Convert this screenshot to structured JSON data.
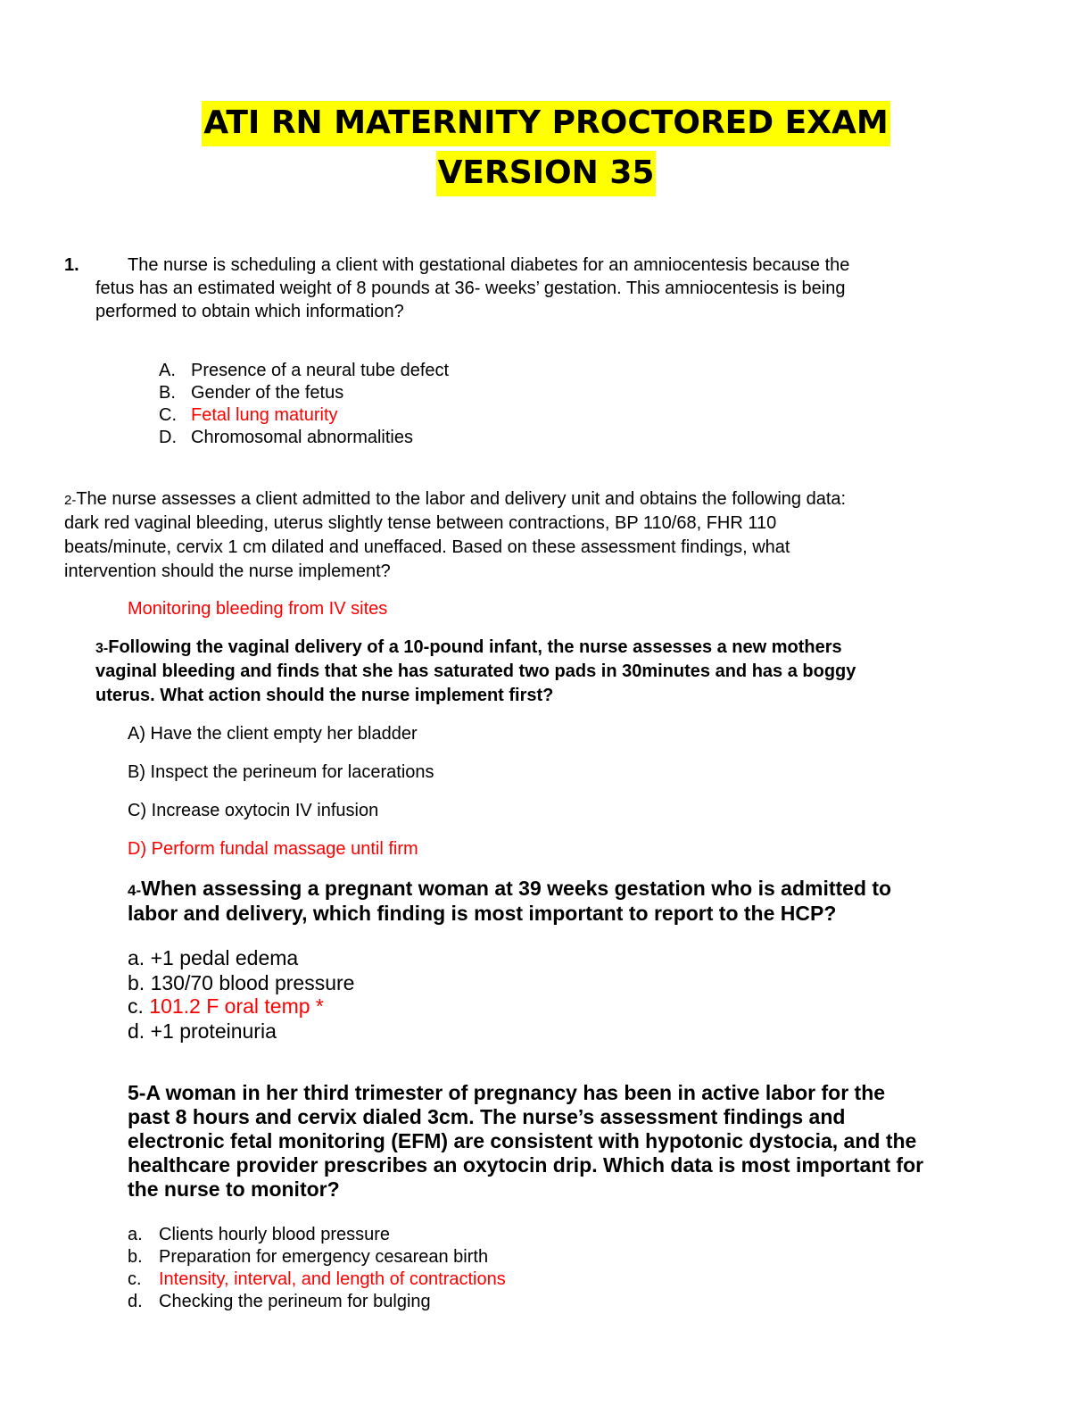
{
  "title": {
    "line1": "ATI RN MATERNITY PROCTORED EXAM",
    "line2": "VERSION 35"
  },
  "q1": {
    "number": "1.",
    "lines": [
      "The nurse is scheduling a client with gestational diabetes for an amniocentesis because the",
      "fetus has an estimated weight of 8 pounds at 36- weeks’ gestation. This amniocentesis is being",
      "performed to obtain which information?"
    ],
    "options": [
      {
        "letter": "A.",
        "text": "Presence of a neural tube defect"
      },
      {
        "letter": "B.",
        "text": "Gender of the fetus"
      },
      {
        "letter": "C.",
        "text": "Fetal lung maturity"
      },
      {
        "letter": "D.",
        "text": "Chromosomal  abnormalities"
      }
    ]
  },
  "q2": {
    "number": "2-",
    "lines": [
      "The nurse assesses a client admitted to the labor and delivery unit and obtains the following data:",
      "dark red vaginal bleeding, uterus slightly tense between contractions, BP 110/68, FHR 110",
      "beats/minute, cervix 1 cm dilated and uneffaced. Based on these assessment findings, what",
      "intervention should the nurse implement?"
    ],
    "answer": "Monitoring bleeding from IV sites"
  },
  "q3": {
    "number": "3-",
    "lines": [
      "Following the vaginal delivery of a 10-pound infant, the nurse assesses a new mothers",
      "vaginal bleeding and finds that she has saturated two pads in 30minutes and has a boggy",
      "uterus. What action should the nurse implement first?"
    ],
    "options": [
      "A) Have the client empty her bladder",
      "B) Inspect the perineum for lacerations",
      "C) Increase oxytocin IV infusion",
      "D) Perform fundal massage until firm"
    ]
  },
  "q4": {
    "number": "4-",
    "lines": [
      "When assessing a pregnant woman at 39 weeks gestation who is admitted to",
      "labor and delivery, which finding is most important to report to the HCP?"
    ],
    "options": [
      {
        "letter": "a.",
        "text": "+1 pedal edema"
      },
      {
        "letter": "b.",
        "text": "130/70 blood pressure"
      },
      {
        "letter": "c.",
        "text": "101.2 F oral temp *"
      },
      {
        "letter": "d.",
        "text": "+1 proteinuria"
      }
    ]
  },
  "q5": {
    "lines": [
      "5-A woman in her third trimester of pregnancy has been in active labor for the",
      "past 8 hours and cervix dialed 3cm. The nurse’s assessment findings and",
      "electronic fetal monitoring (EFM) are consistent with hypotonic dystocia, and the",
      "healthcare provider prescribes an oxytocin drip. Which data is most important for",
      "the nurse to monitor?"
    ],
    "options": [
      {
        "letter": "a.",
        "text": "Clients hourly blood pressure"
      },
      {
        "letter": "b.",
        "text": "Preparation for emergency cesarean birth"
      },
      {
        "letter": "c.",
        "text": "Intensity, interval, and length of contractions"
      },
      {
        "letter": "d.",
        "text": "Checking the perineum for bulging"
      }
    ]
  },
  "colors": {
    "highlight": "#ffff00",
    "answer": "#ff0000"
  }
}
